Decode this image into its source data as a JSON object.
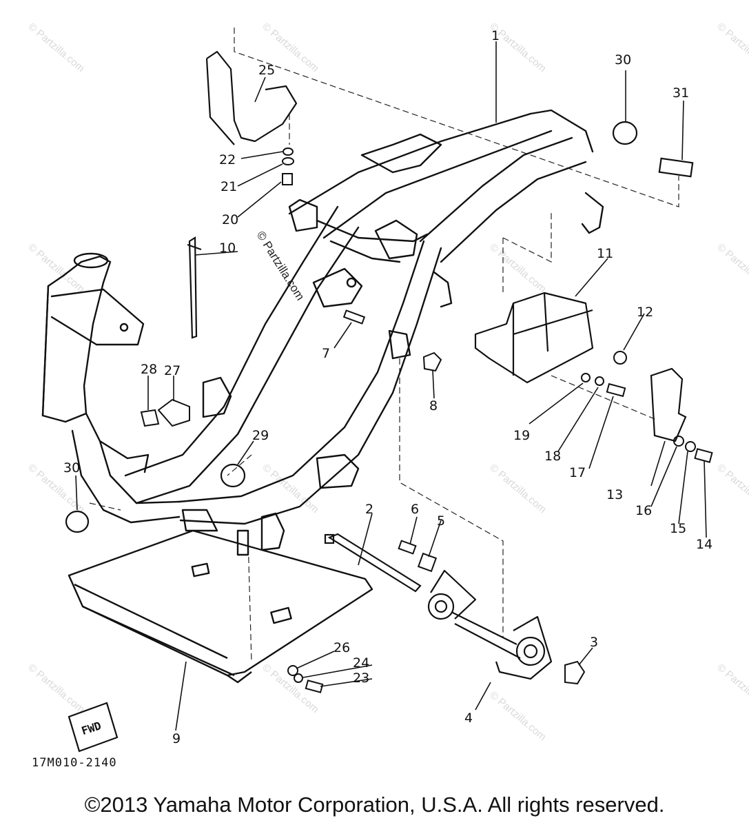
{
  "diagram": {
    "part_labels": [
      "1",
      "2",
      "3",
      "4",
      "5",
      "6",
      "7",
      "8",
      "9",
      "10",
      "11",
      "12",
      "13",
      "14",
      "15",
      "16",
      "17",
      "18",
      "19",
      "20",
      "21",
      "22",
      "23",
      "24",
      "25",
      "26",
      "27",
      "28",
      "29",
      "30",
      "30",
      "31"
    ],
    "fwd_label": "FWD",
    "diagram_code": "17M010-2140",
    "watermark_text": "© Partzilla.com",
    "copyright": "©2013  Yamaha Motor Corporation, U.S.A. All rights reserved."
  }
}
